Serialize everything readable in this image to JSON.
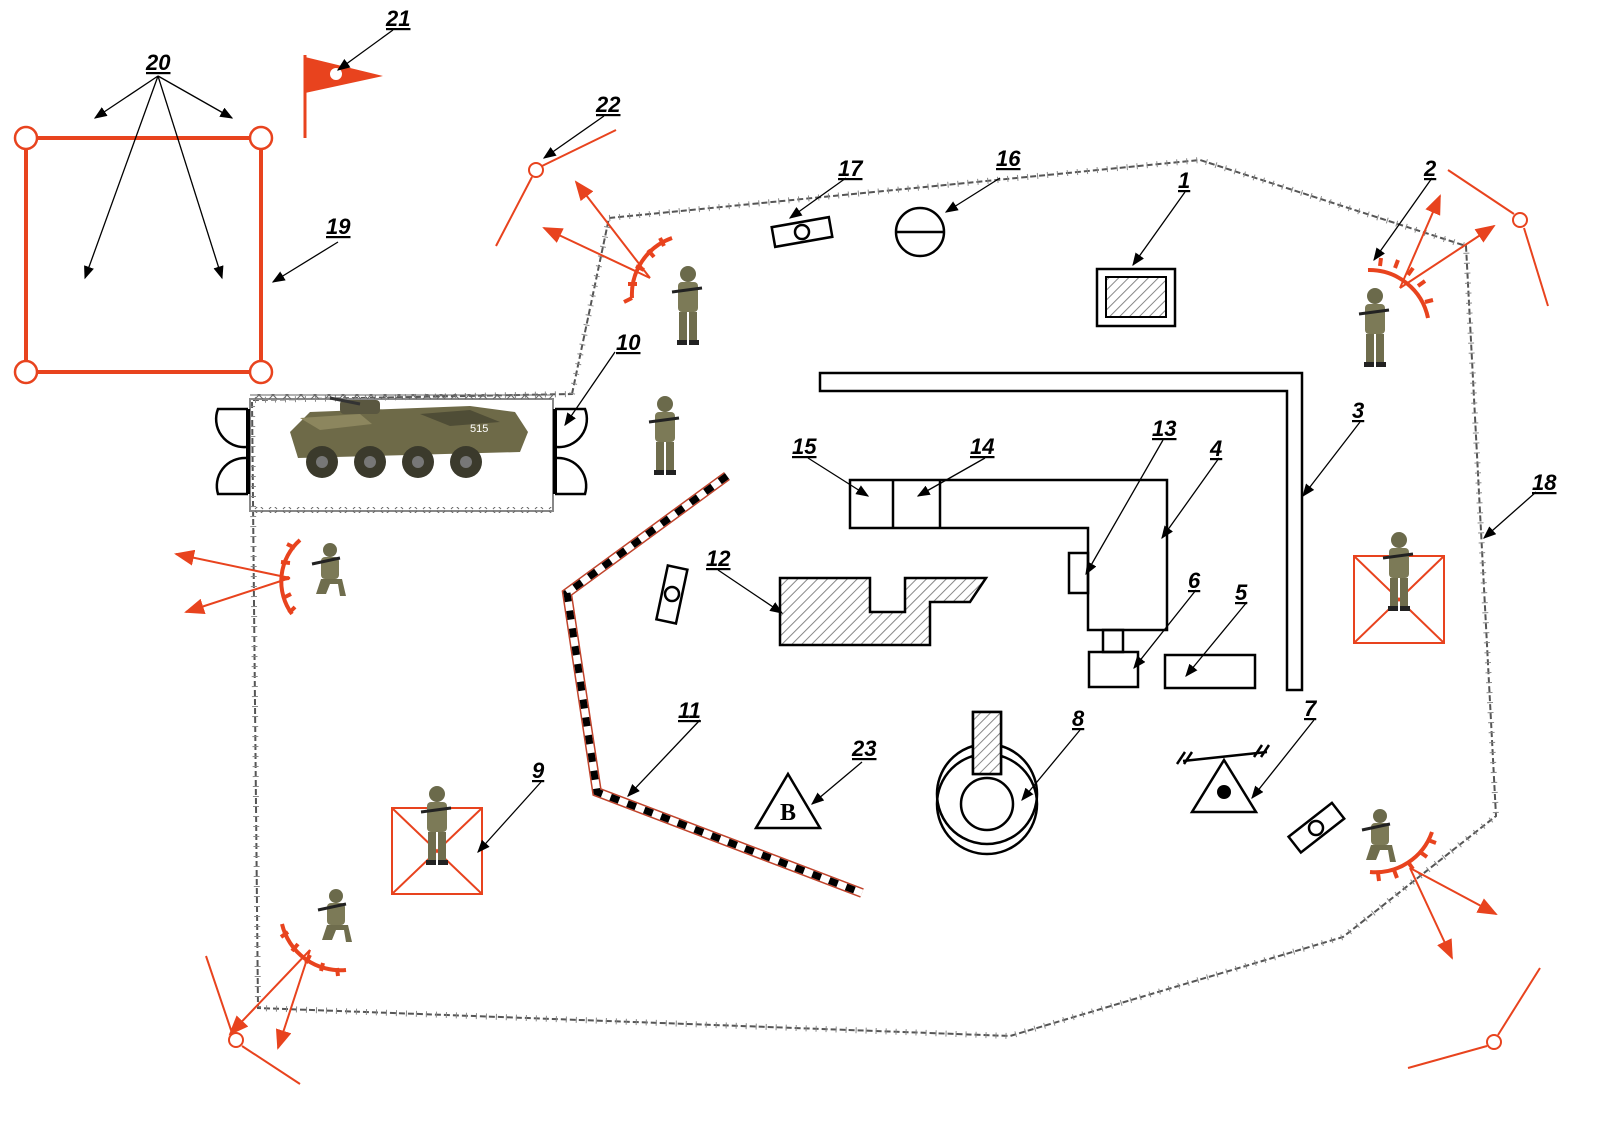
{
  "colors": {
    "accent": "#e8431e",
    "line": "#000000",
    "background": "#ffffff",
    "hatch": "#888888"
  },
  "vehicle_number": "515",
  "storage_sign_letter": "B",
  "callouts": {
    "n1": "1",
    "n2": "2",
    "n3": "3",
    "n4": "4",
    "n5": "5",
    "n6": "6",
    "n7": "7",
    "n8": "8",
    "n9": "9",
    "n10": "10",
    "n11": "11",
    "n12": "12",
    "n13": "13",
    "n14": "14",
    "n15": "15",
    "n16": "16",
    "n17": "17",
    "n18": "18",
    "n19": "19",
    "n20": "20",
    "n21": "21",
    "n22": "22",
    "n23": "23"
  },
  "icons": [
    "soldier-standing-icon",
    "soldier-kneeling-icon",
    "apc-vehicle-icon",
    "flag-icon",
    "sensor-post-icon"
  ]
}
